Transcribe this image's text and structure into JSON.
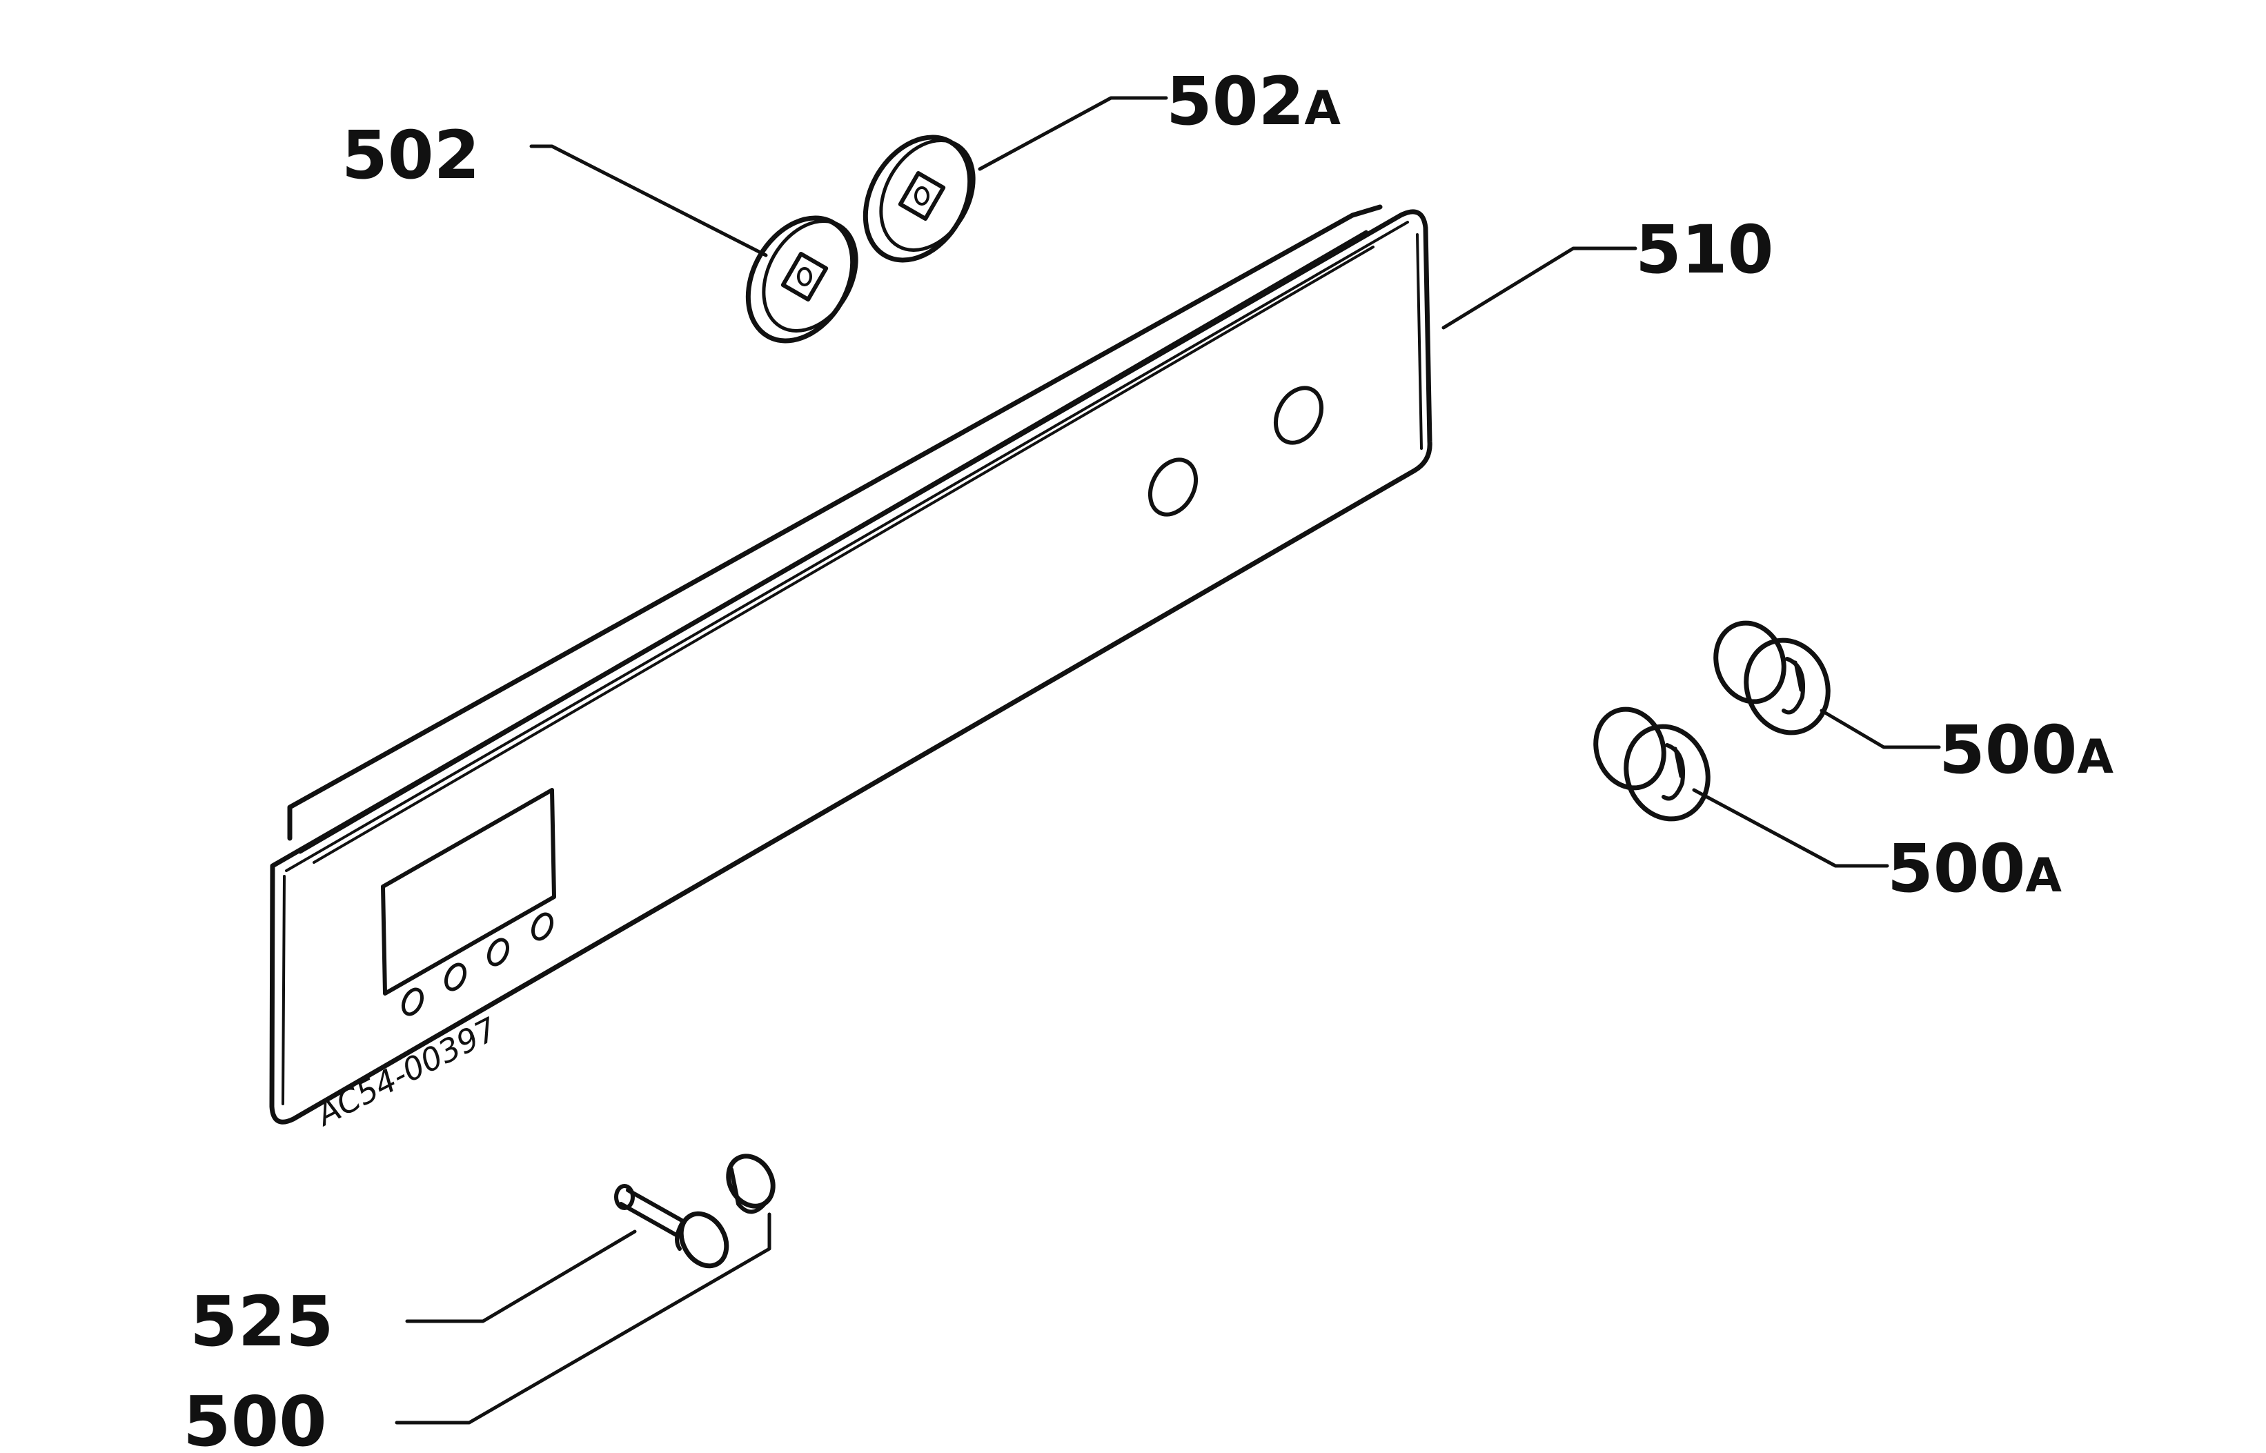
{
  "diagram": {
    "labels": {
      "l502": "502",
      "l502A_num": "502",
      "l502A_suffix": "A",
      "l510": "510",
      "l500A_1_num": "500",
      "l500A_1_suffix": "A",
      "l500A_2_num": "500",
      "l500A_2_suffix": "A",
      "l525": "525",
      "l500": "500"
    },
    "panel_code": "AC54-00397"
  }
}
